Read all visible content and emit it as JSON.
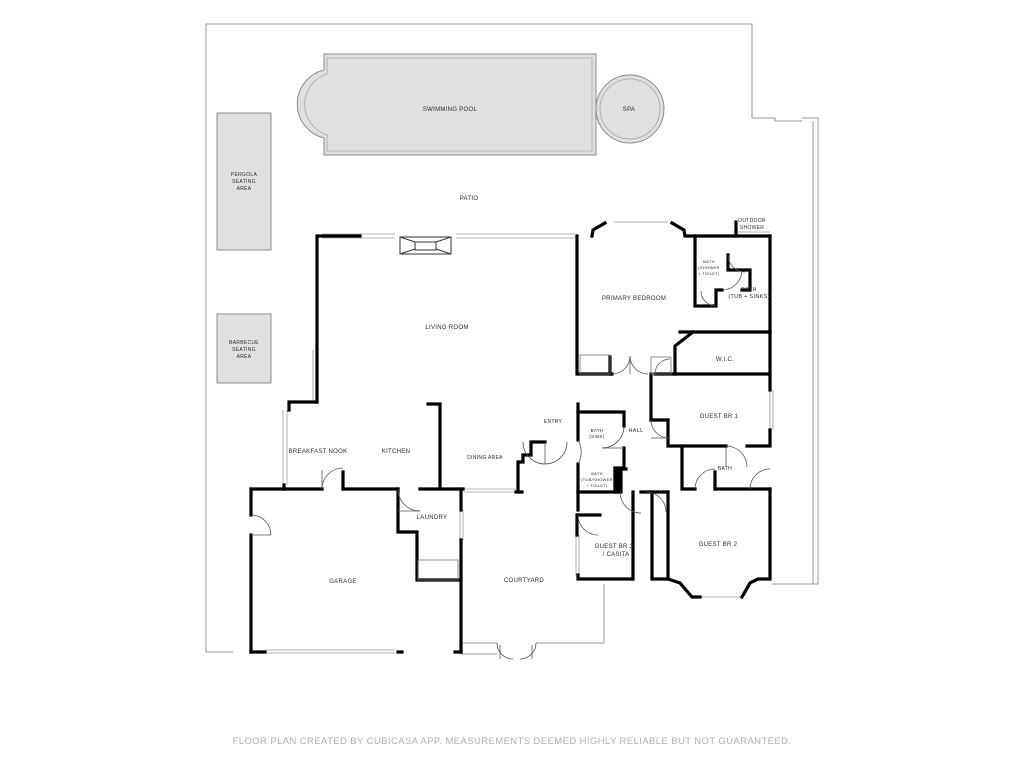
{
  "labels": {
    "swimming_pool": "SWIMMING POOL",
    "spa": "SPA",
    "pergola_1": "PERGOLA",
    "pergola_2": "SEATING",
    "pergola_3": "AREA",
    "patio": "PATIO",
    "outdoor_shower_1": "OUTDOOR",
    "outdoor_shower_2": "SHOWER",
    "bath_shower_1": "BATH",
    "bath_shower_2": "(SHOWER",
    "bath_shower_3": "+ TOILET)",
    "bath_tub_sinks_1": "BATH",
    "bath_tub_sinks_2": "(TUB + SINKS)",
    "primary_bedroom": "PRIMARY BEDROOM",
    "living_room": "LIVING ROOM",
    "barbecue_1": "BARBECUE",
    "barbecue_2": "SEATING",
    "barbecue_3": "AREA",
    "wic": "W.I.C.",
    "guest_br_1": "GUEST BR 1",
    "entry": "ENTRY",
    "bath_sink_1": "BATH",
    "bath_sink_2": "(SINK)",
    "hall": "HALL",
    "breakfast_nook": "BREAKFAST NOOK",
    "kitchen": "KITCHEN",
    "dining_area": "DINING AREA",
    "bath_small": "BATH",
    "bath_tub_1": "BATH",
    "bath_tub_2": "(TUB/SHOWER",
    "bath_tub_3": "+ TOILET)",
    "laundry": "LAUNDRY",
    "guest_br_3_1": "GUEST BR 3",
    "guest_br_3_2": "/ CASITA",
    "guest_br_2": "GUEST BR 2",
    "garage": "GARAGE",
    "courtyard": "COURTYARD"
  },
  "footer": "FLOOR PLAN CREATED BY CUBICASA APP. MEASUREMENTS DEEMED HIGHLY RELIABLE BUT NOT GUARANTEED."
}
